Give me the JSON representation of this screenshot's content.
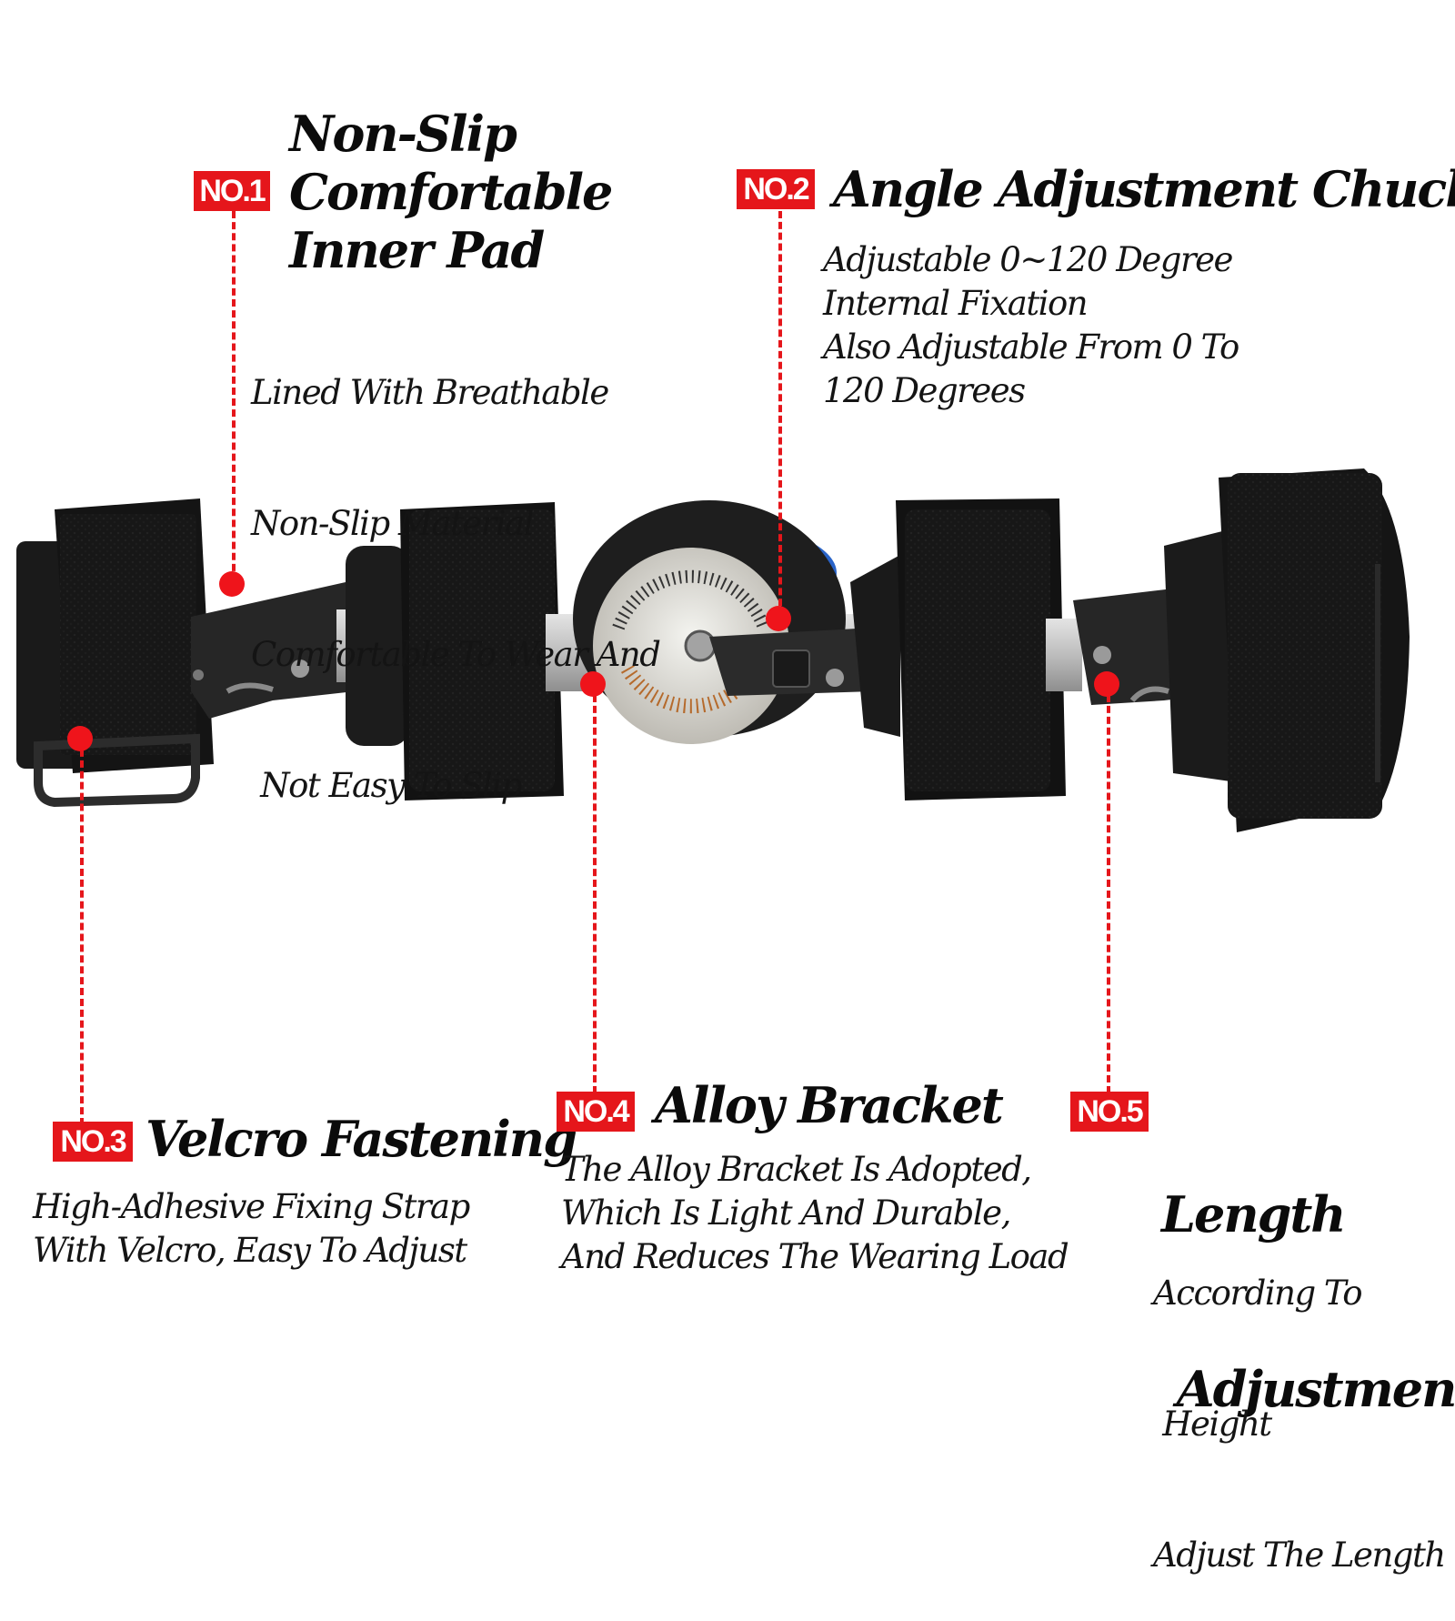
{
  "features": [
    {
      "badge": "NO.1",
      "title_lines": [
        "Non-Slip",
        "Comfortable",
        "Inner Pad"
      ],
      "desc_lines": [
        "Lined With Breathable",
        "Non-Slip Material",
        "Comfortable To Wear And",
        " Not Easy To Slip"
      ]
    },
    {
      "badge": "NO.2",
      "title_lines": [
        "Angle Adjustment Chuck"
      ],
      "desc_lines": [
        "Adjustable 0~120 Degree",
        "Internal Fixation",
        "Also Adjustable From 0 To",
        "120 Degrees"
      ]
    },
    {
      "badge": "NO.3",
      "title_lines": [
        "Velcro Fastening"
      ],
      "desc_lines": [
        "High-Adhesive Fixing Strap",
        "With Velcro, Easy To Adjust"
      ]
    },
    {
      "badge": "NO.4",
      "title_lines": [
        "Alloy Bracket"
      ],
      "desc_lines": [
        "The Alloy Bracket Is Adopted,",
        "Which Is Light And Durable,",
        "And Reduces The Wearing Load"
      ]
    },
    {
      "badge": "NO.5",
      "title_lines": [
        "Length",
        " Adjustment"
      ],
      "desc_lines": [
        "According To",
        " Height",
        "Adjust The Length"
      ]
    }
  ],
  "colors": {
    "accent_red": "#e5161b",
    "strap_black": "#161616",
    "bracket_silver": "#c9c9c9",
    "dial_blue": "#2a64c8",
    "text": "#0d0d0d"
  }
}
